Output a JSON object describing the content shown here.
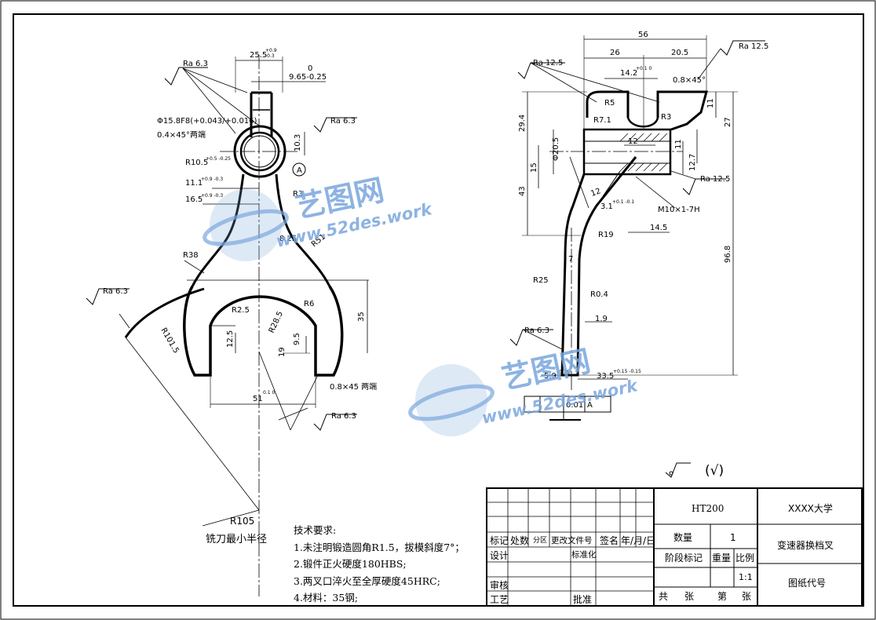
{
  "drawing": {
    "tech_requirements": {
      "heading": "技术要求:",
      "items": [
        "1.未注明锻造圆角R1.5，拔模斜度7°；",
        "2.锻件正火硬度180HBS;",
        "3.两叉口淬火至全厚硬度45HRC;",
        "4.材料：35钢;"
      ]
    },
    "cutter_note": {
      "radius": "R105",
      "label": "铣刀最小半径"
    },
    "roughness_symbol": "(√)",
    "left_view_dims": {
      "top_width": "25.5",
      "top_width_tol_upper": "+0.9",
      "top_width_tol_lower": "-0.3",
      "offset_top": "0",
      "offset": "9.65-0.25",
      "bore": "Φ15.8F8(+0.043/+0.016)",
      "chamfer": "0.4×45°两端",
      "r105": "R10.5",
      "r105_tol": "+0.5 -0.25",
      "d11": "11.1",
      "d11_tol": "+0.9 -0.3",
      "d165": "16.5",
      "d165_tol": "+0.9 -0.3",
      "h103": "10.3",
      "r3": "R3",
      "d825": "8.25",
      "r51": "R51",
      "r38": "R38",
      "r6": "R6",
      "r25": "R2.5",
      "r285": "R28.5",
      "d35": "35",
      "d125": "12.5",
      "d95": "9.5",
      "d19": "19",
      "r1015": "R101.5",
      "width51": "51",
      "width51_tol": "0.1 0",
      "chamfer2": "0.8×45 两端",
      "datum": "A",
      "ra_63": "Ra 6.3"
    },
    "right_view_dims": {
      "d56": "56",
      "d26": "26",
      "d205": "20.5",
      "d142": "14.2",
      "d142_tol": "+0.1 0",
      "chamfer": "0.8×45°",
      "ra_125": "Ra 12.5",
      "r5": "R5",
      "r71": "R7.1",
      "r3": "R3",
      "d11": "11",
      "d27": "27",
      "d294": "29.4",
      "dia205": "Φ20.5",
      "d12": "12",
      "d15": "15",
      "d43": "43",
      "d127": "12.7",
      "d11b": "11",
      "thread": "M10×1-7H",
      "d31": "3.1",
      "d31_tol": "+0.1 -0.1",
      "d145": "14.5",
      "r19": "R19",
      "d968": "96.8",
      "d7": "7",
      "r25": "R25",
      "r04": "R0.4",
      "d19": "1.9",
      "d59": "5.9",
      "d59_tol": "-0.15",
      "d335": "33.5",
      "d335_tol": "+0.15 -0.15",
      "gtol_value": "0.01",
      "gtol_datum": "A",
      "ra_63": "Ra 6.3"
    },
    "title_block": {
      "material": "HT200",
      "school": "XXXX大学",
      "qty_label": "数量",
      "qty": "1",
      "part_name": "变速器换档叉",
      "stage_label": "阶段标记",
      "weight_label": "重量",
      "scale_label": "比例",
      "scale": "1:1",
      "drawing_no": "图纸代号",
      "r_mark": "标记",
      "r_count": "处数",
      "r_zone": "分区",
      "r_doc": "更改文件号",
      "r_sign": "签名",
      "r_date": "年/月/日",
      "design": "设计",
      "standard": "标准化",
      "review": "审核",
      "process": "工艺",
      "approve": "批准",
      "total": "共",
      "sheets": "张",
      "no": "第",
      "sheet2": "张"
    }
  },
  "watermark": {
    "brand": "艺图网",
    "url": "www.52des.work"
  }
}
